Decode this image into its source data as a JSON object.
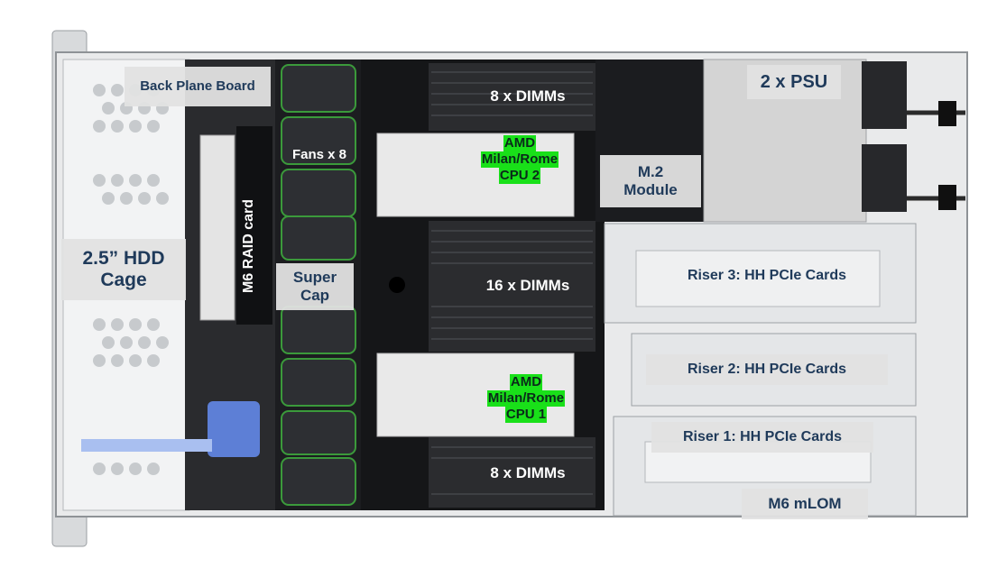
{
  "labels": {
    "back_plane_board": "Back Plane Board",
    "fans": "Fans x 8",
    "raid_card": "M6 RAID card",
    "hdd_cage_line1": "2.5” HDD",
    "hdd_cage_line2": "Cage",
    "super_cap_line1": "Super",
    "super_cap_line2": "Cap",
    "dimms_top": "8 x DIMMs",
    "dimms_middle": "16 x DIMMs",
    "dimms_bottom": "8 x DIMMs",
    "cpu2_line1": "AMD",
    "cpu2_line2": "Milan/Rome",
    "cpu2_line3": "CPU 2",
    "cpu1_line1": "AMD",
    "cpu1_line2": "Milan/Rome",
    "cpu1_line3": "CPU 1",
    "m2_line1": "M.2",
    "m2_line2": "Module",
    "psu": "2 x PSU",
    "riser3": "Riser 3:  HH PCIe Cards",
    "riser2": "Riser 2:  HH PCIe Cards",
    "riser1": "Riser 1:  HH PCIe Cards",
    "mlom": "M6 mLOM"
  },
  "colors": {
    "label_text": "#1f3a5a",
    "label_box": "#e2e2e2",
    "cpu_highlight": "#19e019",
    "chassis_dark": "#1c1d20",
    "tab_blue": "#5d7fd6"
  }
}
